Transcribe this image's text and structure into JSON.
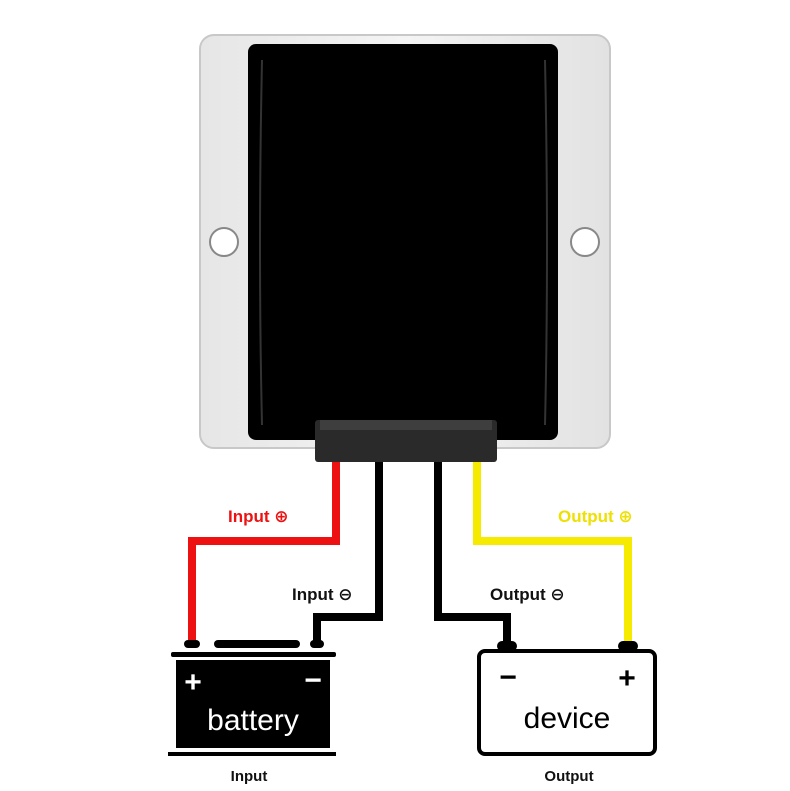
{
  "labels": {
    "input_positive": "Input ⊕",
    "input_negative": "Input ⊖",
    "output_negative": "Output ⊖",
    "output_positive": "Output ⊕"
  },
  "battery": {
    "name": "battery",
    "plus": "+",
    "minus": "−",
    "caption": "Input"
  },
  "device": {
    "name": "device",
    "plus": "+",
    "minus": "−",
    "caption": "Output"
  },
  "colors": {
    "input_positive_wire": "#ee1111",
    "negative_wire": "#000000",
    "output_positive_wire": "#f5ea00",
    "plate": "#eeeeee",
    "panel": "#000000"
  }
}
